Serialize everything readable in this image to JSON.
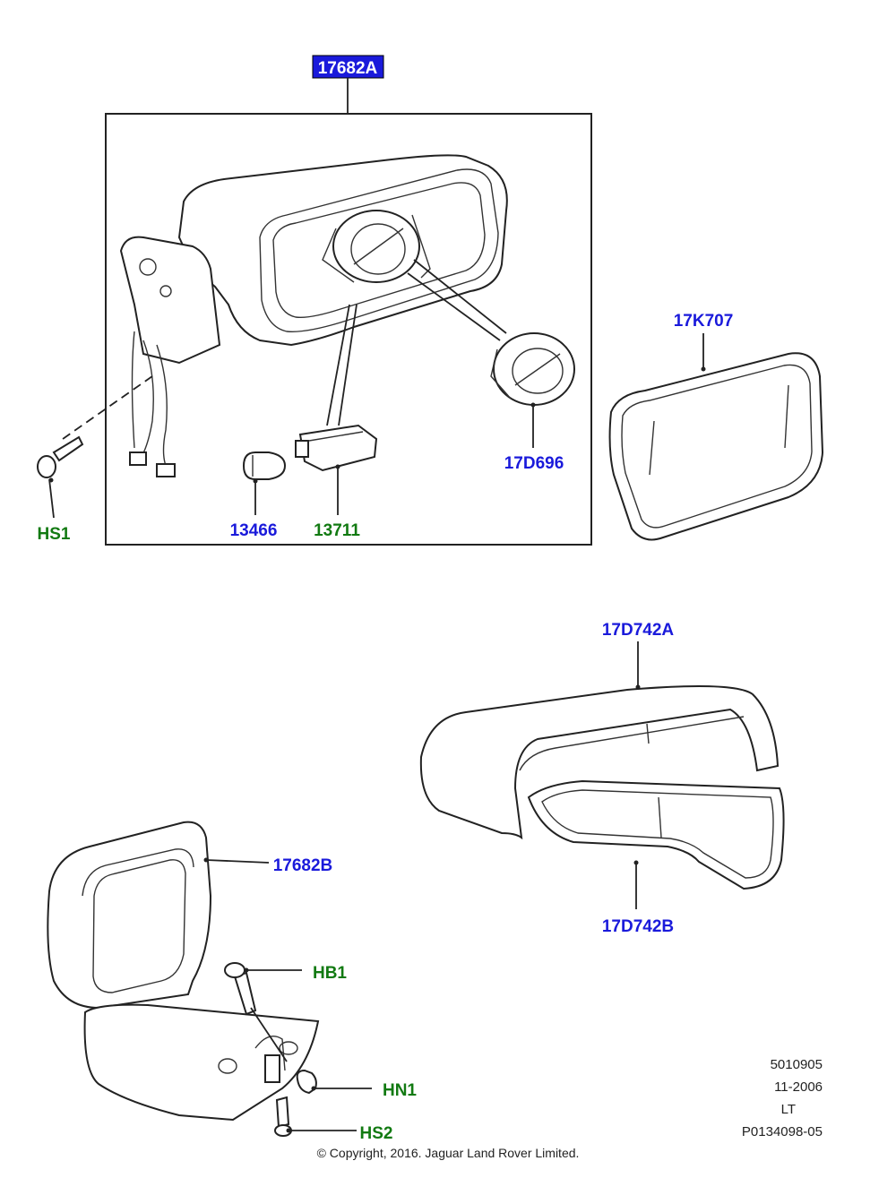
{
  "callouts": {
    "top_assembly": "17682A",
    "mirror_glass": "17K707",
    "motor": "17D696",
    "bulb": "13466",
    "lamp_unit": "13711",
    "screw_hs1": "HS1",
    "cover_outer": "17D742A",
    "cover_inner": "17D742B",
    "housing_lower": "17682B",
    "bolt_hb1": "HB1",
    "nut_hn1": "HN1",
    "screw_hs2": "HS2"
  },
  "meta": {
    "line1": "5010905",
    "line2": "11-2006",
    "line3": "LT",
    "line4": "P0134098-05"
  },
  "copyright": "© Copyright, 2016. Jaguar Land Rover Limited.",
  "colors": {
    "callout_blue": "#1a1adb",
    "callout_green": "#127a12",
    "highlight_fill": "#1a1adb"
  }
}
